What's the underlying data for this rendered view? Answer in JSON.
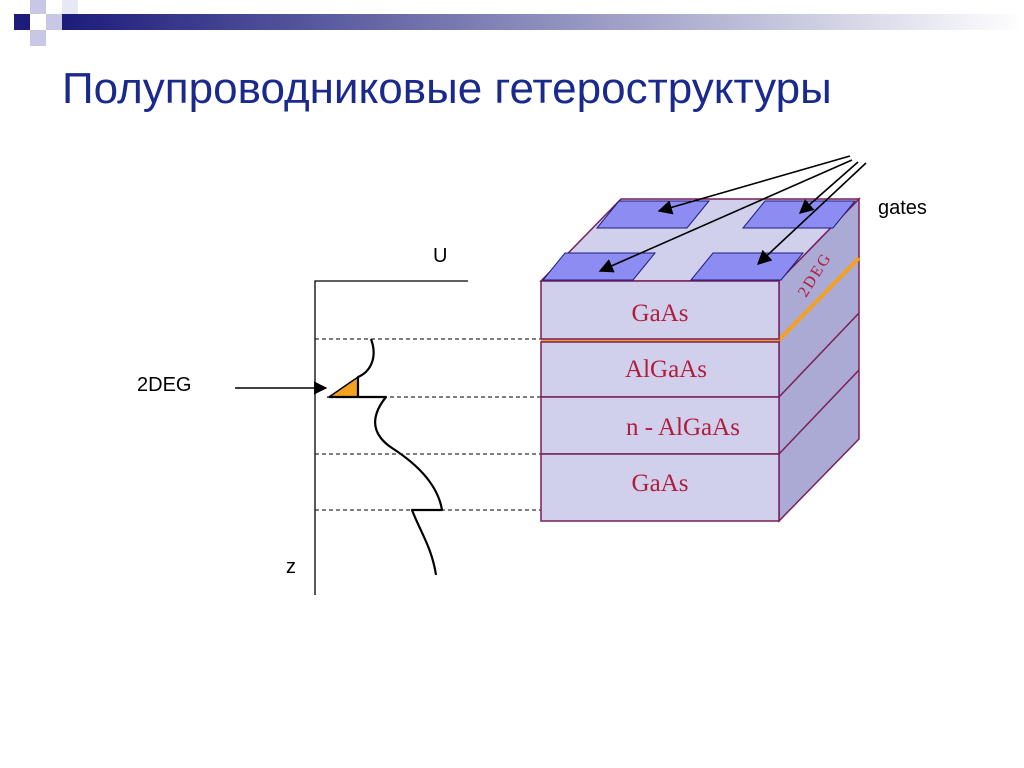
{
  "slide": {
    "title": "Полупроводниковые гетероструктуры"
  },
  "diagram": {
    "labels": {
      "gates": "gates",
      "u_axis": "U",
      "z_axis": "z",
      "deg_left": "2DEG",
      "deg_side": "2DEG"
    },
    "layers": [
      "GaAs",
      "AlGaAs",
      "n - AlGaAs",
      "GaAs"
    ],
    "colors": {
      "title": "#1a2a8c",
      "layer_face": "#d0d0ec",
      "layer_border": "#7a1f5a",
      "gate": "#8c8cf2",
      "deg_orange": "#f4a020",
      "layer_text": "#b01c3c",
      "deco_navy": "#1c1c7c"
    }
  }
}
